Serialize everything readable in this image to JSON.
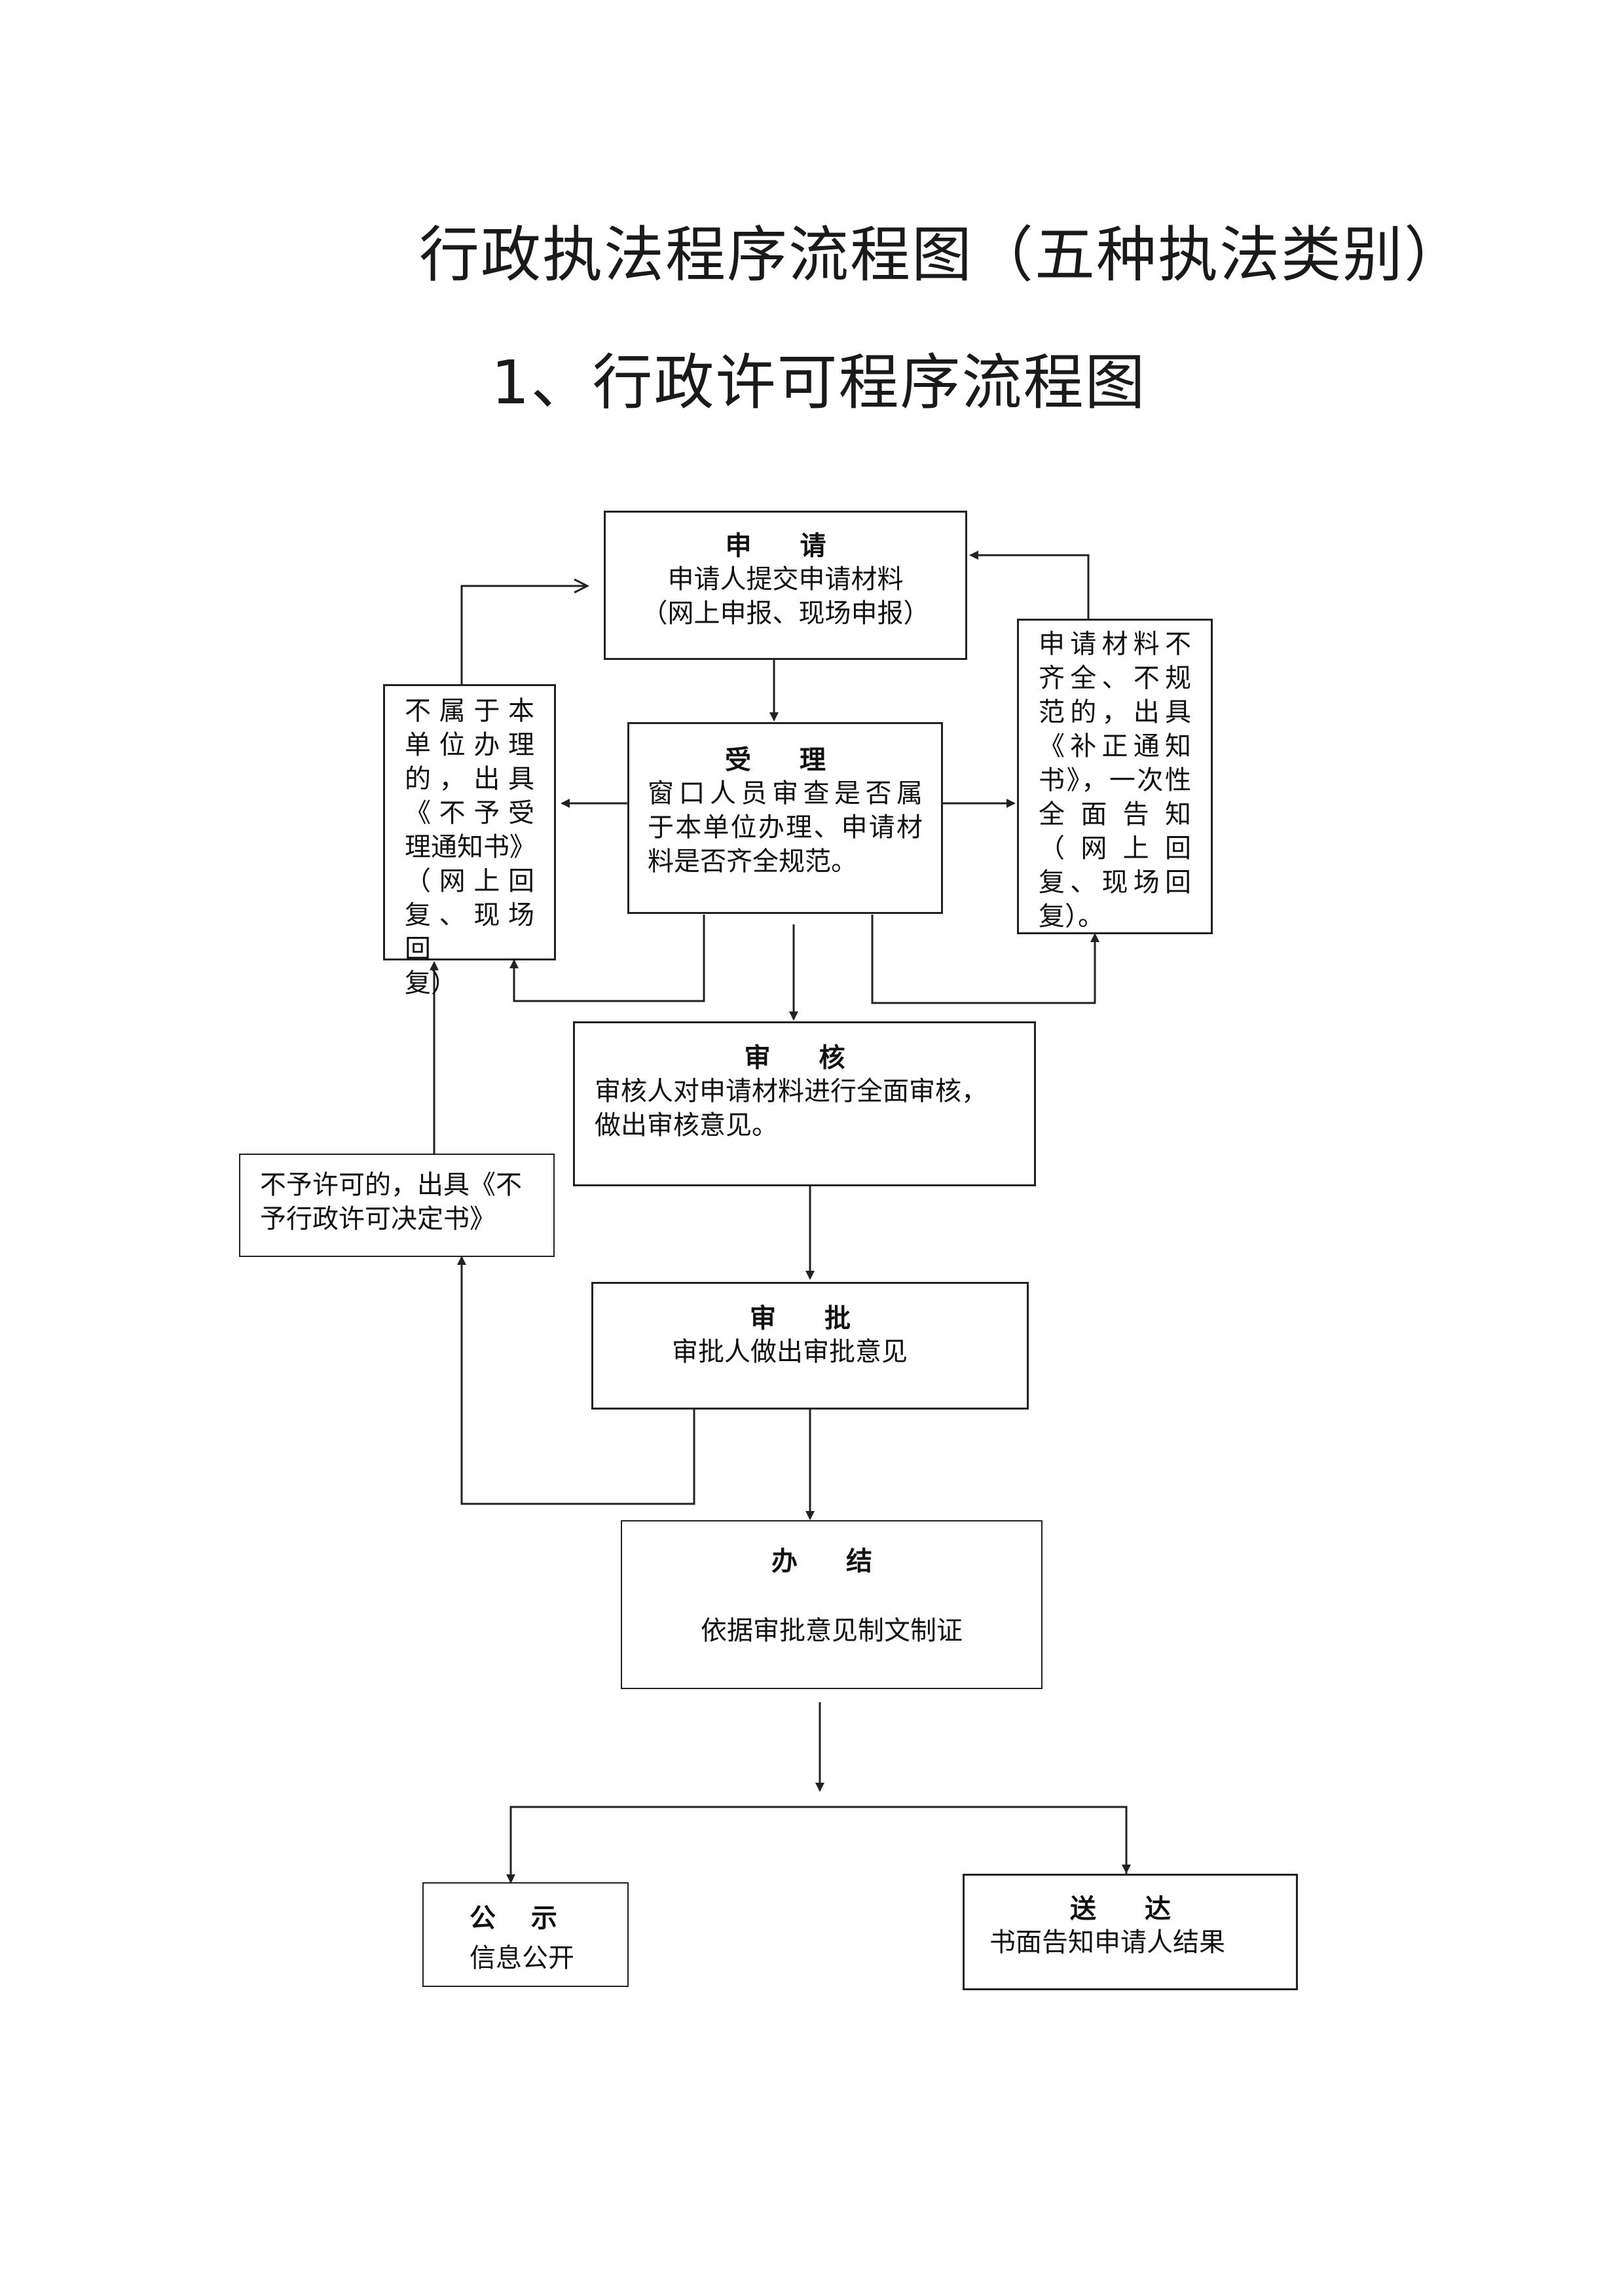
{
  "titles": {
    "main": "行政执法程序流程图（五种执法类别）",
    "sub": "1、行政许可程序流程图"
  },
  "boxes": {
    "apply": {
      "head": "申 请",
      "line1": "申请人提交申请材料",
      "line2": "（网上申报、现场申报）"
    },
    "accept": {
      "head": "受 理",
      "line1": "窗口人员审查是否属",
      "line2": "于本单位办理、申请材",
      "line3": "料是否齐全规范。"
    },
    "reject_notice": {
      "lines": [
        "不属于本",
        "单位办理",
        "的，出具",
        "《不予受",
        "理通知书》",
        "（网上回",
        "复、现场回",
        "复）"
      ]
    },
    "supplement": {
      "lines": [
        "申请材料不",
        "齐全、不规",
        "范的，出具",
        "《补正通知",
        "书》，一次性",
        "全面告知",
        "（网上回",
        "复、现场回",
        "复）。"
      ]
    },
    "review": {
      "head": "审 核",
      "line1": "审核人对申请材料进行全面审核，",
      "line2": "做出审核意见。"
    },
    "deny": {
      "line1": "不予许可的，出具《不",
      "line2": "予行政许可决定书》"
    },
    "approve": {
      "head": "审 批",
      "line1": "审批人做出审批意见"
    },
    "conclude": {
      "head": "办 结",
      "line1": "依据审批意见制文制证"
    },
    "publicize": {
      "head": "公 示",
      "line1": "信息公开"
    },
    "deliver": {
      "head": "送 达",
      "line1": "书面告知申请人结果"
    }
  }
}
